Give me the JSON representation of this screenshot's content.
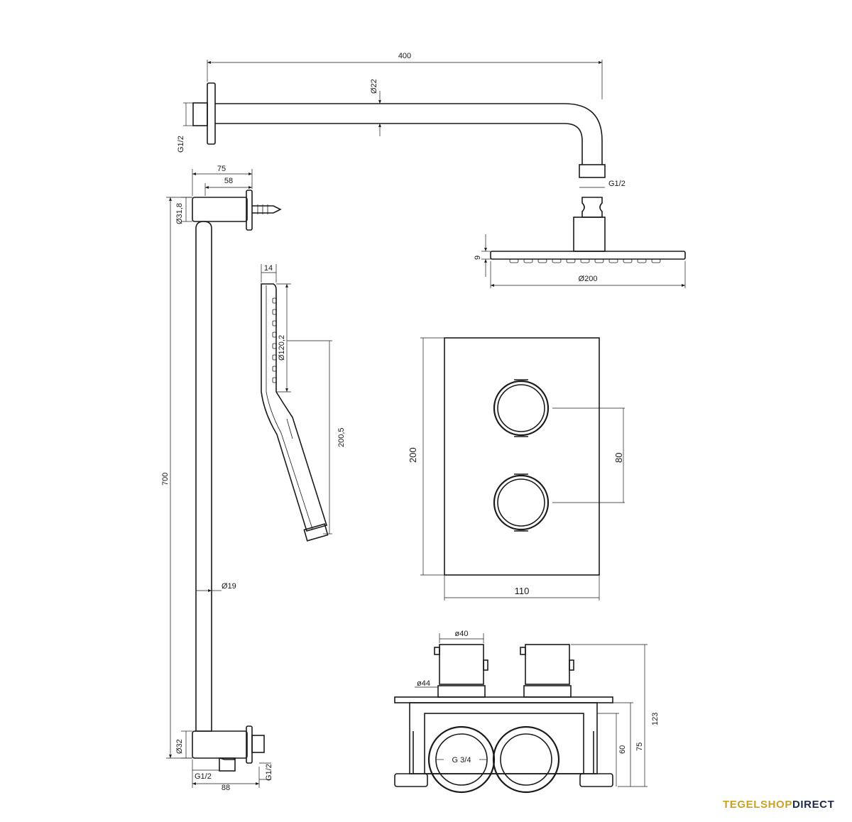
{
  "rain_shower": {
    "arm_length": "400",
    "arm_diameter": "Ø22",
    "wall_thread": "G1/2",
    "head_thread": "G1/2",
    "head_thickness": "9",
    "head_diameter": "Ø200"
  },
  "slide_rail": {
    "total_width": "75",
    "bracket_depth": "58",
    "top_diameter": "Ø31,8",
    "length": "700",
    "rail_diameter": "Ø19",
    "bottom_diameter": "Ø32",
    "outlet_thread_left": "G1/2",
    "outlet_thread_right": "G1/2",
    "bottom_width": "88"
  },
  "hand_shower": {
    "thickness": "14",
    "head_diameter": "Ø120,2",
    "length": "200,5"
  },
  "thermostat_front": {
    "height": "200",
    "width": "110",
    "knob_spacing": "80"
  },
  "thermostat_box": {
    "knob_diameter_top": "ø40",
    "knob_diameter_base": "ø44",
    "total_depth": "123",
    "box_depth": "75",
    "inlet_height": "60",
    "inlet_thread": "G 3/4"
  },
  "brand": {
    "part1": "TEGEL",
    "part2": "SHOP",
    "part3": "DIRECT"
  }
}
